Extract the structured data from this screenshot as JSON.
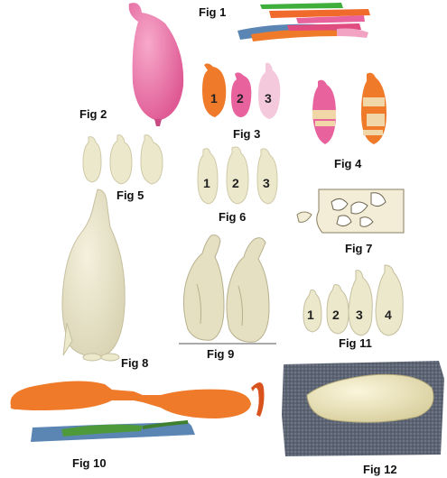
{
  "figures": {
    "fig1": {
      "label": "Fig 1"
    },
    "fig2": {
      "label": "Fig 2"
    },
    "fig3": {
      "label": "Fig 3",
      "numbers": [
        "1",
        "2",
        "3"
      ]
    },
    "fig4": {
      "label": "Fig 4"
    },
    "fig5": {
      "label": "Fig 5"
    },
    "fig6": {
      "label": "Fig 6",
      "numbers": [
        "1",
        "2",
        "3"
      ]
    },
    "fig7": {
      "label": "Fig 7"
    },
    "fig8": {
      "label": "Fig 8"
    },
    "fig9": {
      "label": "Fig 9"
    },
    "fig10": {
      "label": "Fig 10"
    },
    "fig11": {
      "label": "Fig 11",
      "numbers": [
        "1",
        "2",
        "3",
        "4"
      ]
    },
    "fig12": {
      "label": "Fig 12"
    }
  },
  "colors": {
    "balloon_pink": "#e8639e",
    "balloon_orange": "#ee7a2a",
    "balloon_light_pink": "#f4c9dc",
    "plaster": "#ece8cc",
    "plaster_shadow": "#cfc9a8",
    "cardboard": "#f3ecd6",
    "towel": "#5d6473",
    "balloon_blue": "#5b86b3",
    "balloon_green": "#4e9a3a"
  }
}
